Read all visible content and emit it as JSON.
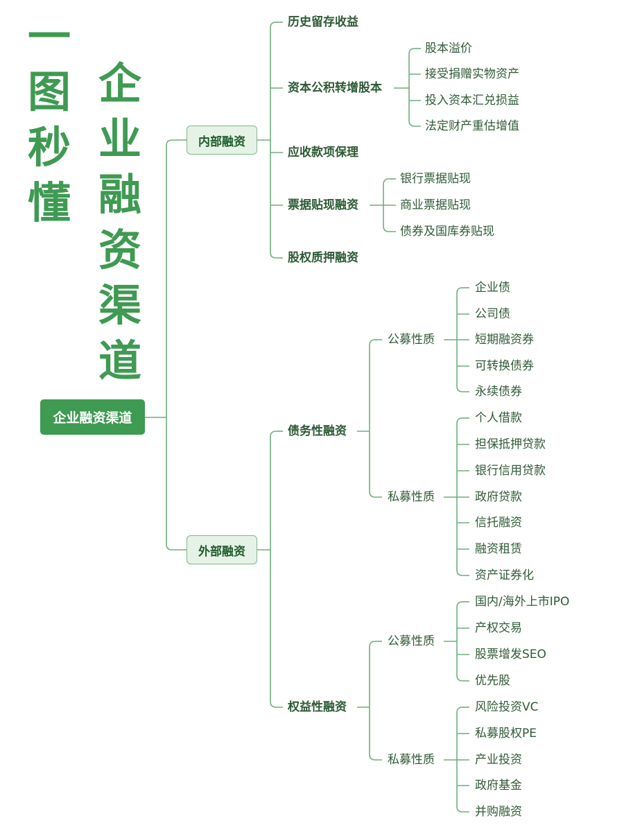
{
  "title": {
    "left_column": [
      "一",
      "图",
      "秒",
      "懂"
    ],
    "right_column": [
      "企",
      "业",
      "融",
      "资",
      "渠",
      "道"
    ]
  },
  "colors": {
    "accent": "#3f9a52",
    "line": "#6fae7c",
    "level1_fill": "#e6f2e6",
    "text": "#2f5a36"
  },
  "root": {
    "label": "企业融资渠道"
  },
  "internal": {
    "label": "内部融资",
    "children": [
      {
        "label": "历史留存收益"
      },
      {
        "label": "资本公积转增股本",
        "children": [
          "股本溢价",
          "接受捐赠实物资产",
          "投入资本汇兑损益",
          "法定财产重估增值"
        ]
      },
      {
        "label": "应收款项保理"
      },
      {
        "label": "票据贴现融资",
        "children": [
          "银行票据贴现",
          "商业票据贴现",
          "债券及国库券贴现"
        ]
      },
      {
        "label": "股权质押融资"
      }
    ]
  },
  "external": {
    "label": "外部融资",
    "debt": {
      "label": "债务性融资",
      "public": {
        "label": "公募性质",
        "children": [
          "企业债",
          "公司债",
          "短期融资券",
          "可转换债券",
          "永续债券"
        ]
      },
      "private": {
        "label": "私募性质",
        "children": [
          "个人借款",
          "担保抵押贷款",
          "银行信用贷款",
          "政府贷款",
          "信托融资",
          "融资租赁",
          "资产证券化"
        ]
      }
    },
    "equity": {
      "label": "权益性融资",
      "public": {
        "label": "公募性质",
        "children": [
          "国内/海外上市IPO",
          "产权交易",
          "股票增发SEO",
          "优先股"
        ]
      },
      "private": {
        "label": "私募性质",
        "children": [
          "风险投资VC",
          "私募股权PE",
          "产业投资",
          "政府基金",
          "并购融资"
        ]
      }
    }
  }
}
